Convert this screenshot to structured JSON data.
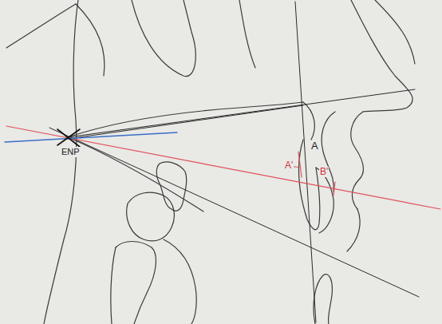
{
  "diagram": {
    "labels": [
      "ENP",
      "A",
      "A'",
      "B'"
    ]
  }
}
